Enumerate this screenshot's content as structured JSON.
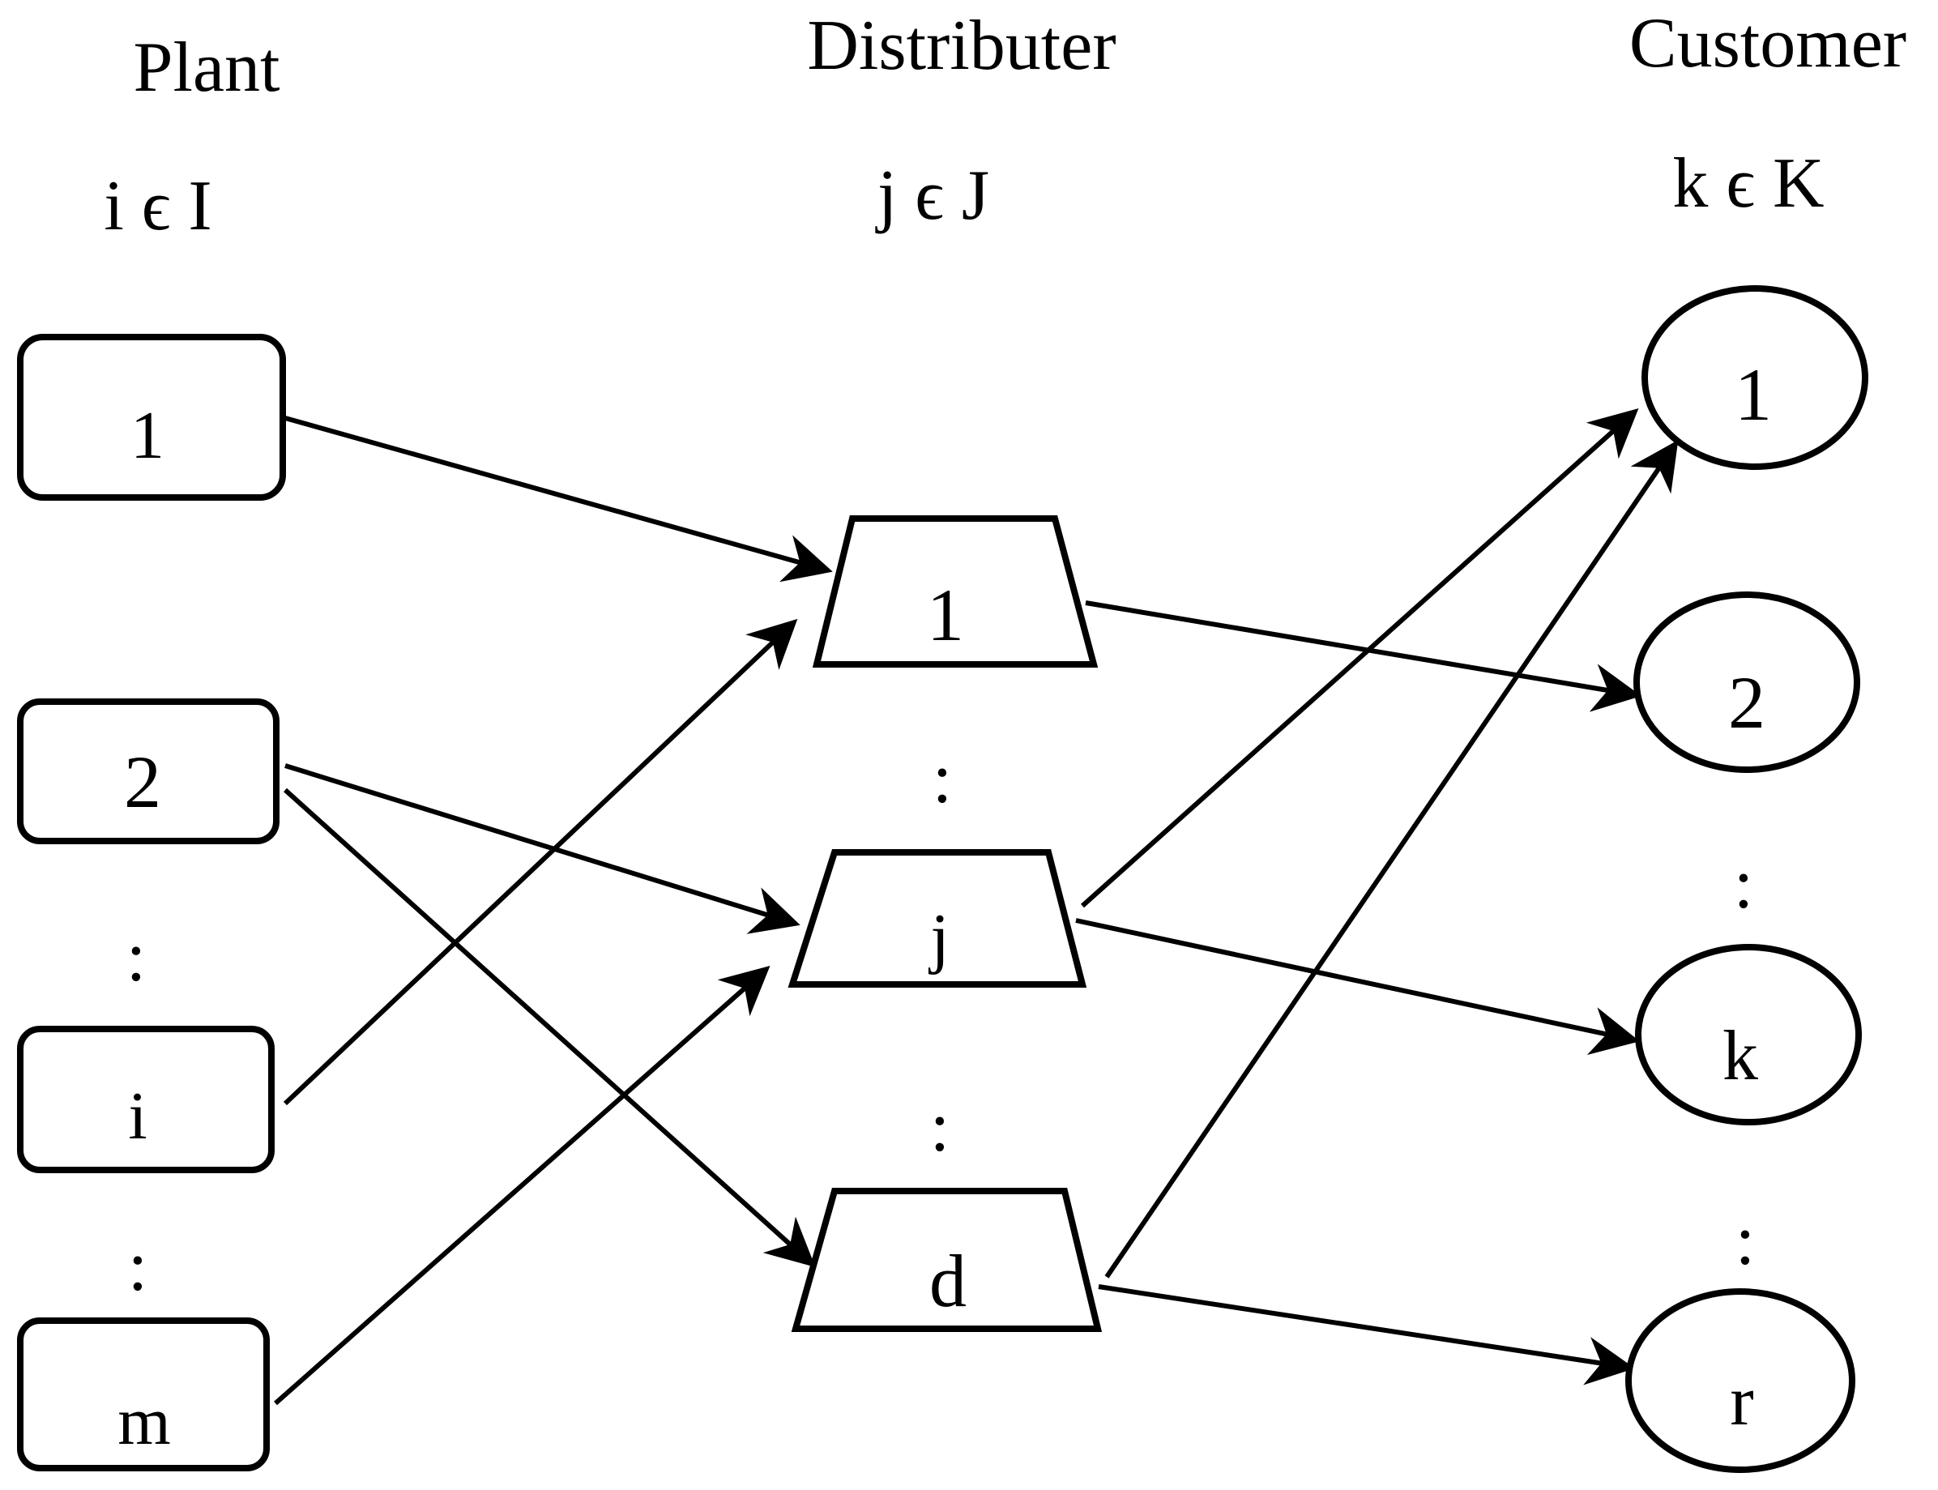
{
  "columns": {
    "plant": {
      "title": "Plant",
      "index": "i ϵ I"
    },
    "distributer": {
      "title": "Distributer",
      "index": "j ϵ J"
    },
    "customer": {
      "title": "Customer",
      "index": "k ϵ K"
    }
  },
  "nodes": {
    "plant": [
      "1",
      "2",
      "i",
      "m"
    ],
    "distributer": [
      "1",
      "j",
      "d"
    ],
    "customer": [
      "1",
      "2",
      "k",
      "r"
    ]
  },
  "ellipsis": ":",
  "edges": [
    {
      "from": "plant-1",
      "to": "distributer-1"
    },
    {
      "from": "plant-2",
      "to": "distributer-j"
    },
    {
      "from": "plant-2",
      "to": "distributer-d"
    },
    {
      "from": "plant-i",
      "to": "distributer-1"
    },
    {
      "from": "plant-m",
      "to": "distributer-j"
    },
    {
      "from": "distributer-1",
      "to": "customer-2"
    },
    {
      "from": "distributer-j",
      "to": "customer-1"
    },
    {
      "from": "distributer-j",
      "to": "customer-k"
    },
    {
      "from": "distributer-d",
      "to": "customer-1"
    },
    {
      "from": "distributer-d",
      "to": "customer-r"
    }
  ],
  "colors": {
    "stroke": "#000000",
    "background": "#ffffff"
  }
}
